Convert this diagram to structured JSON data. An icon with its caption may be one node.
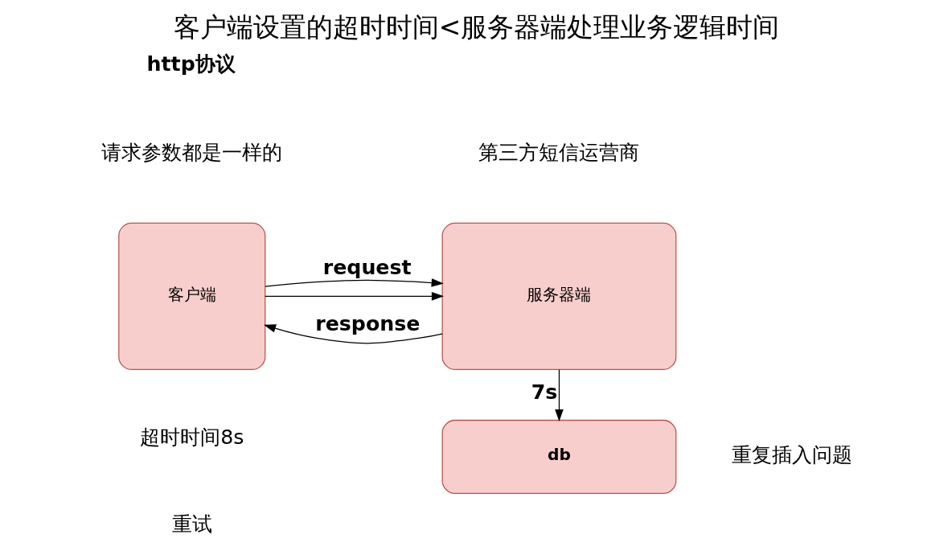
{
  "diagram": {
    "title": "客户端设置的超时时间<服务器端处理业务逻辑时间",
    "nodes": [
      {
        "text": [
          "客户端"
        ]
      },
      {
        "text": [
          "服务器端"
        ],
        "beside": [
          "第三方短信运营商"
        ]
      },
      {
        "text": [
          "db"
        ]
      }
    ],
    "edges": [
      {
        "from": 0,
        "to": 1,
        "arrow": "to",
        "label": "request"
      },
      {
        "from": 1,
        "to": 0,
        "arrow": "to",
        "label": "response"
      },
      {
        "from": 0,
        "to": 1,
        "arrow": "to"
      },
      {
        "from": 1,
        "to": 2,
        "arrow": "to",
        "label": "7s"
      }
    ],
    "labels": [
      "http协议",
      "请求参数都是一样的",
      "超时时间8s",
      "重复插入问题",
      "重试"
    ]
  }
}
